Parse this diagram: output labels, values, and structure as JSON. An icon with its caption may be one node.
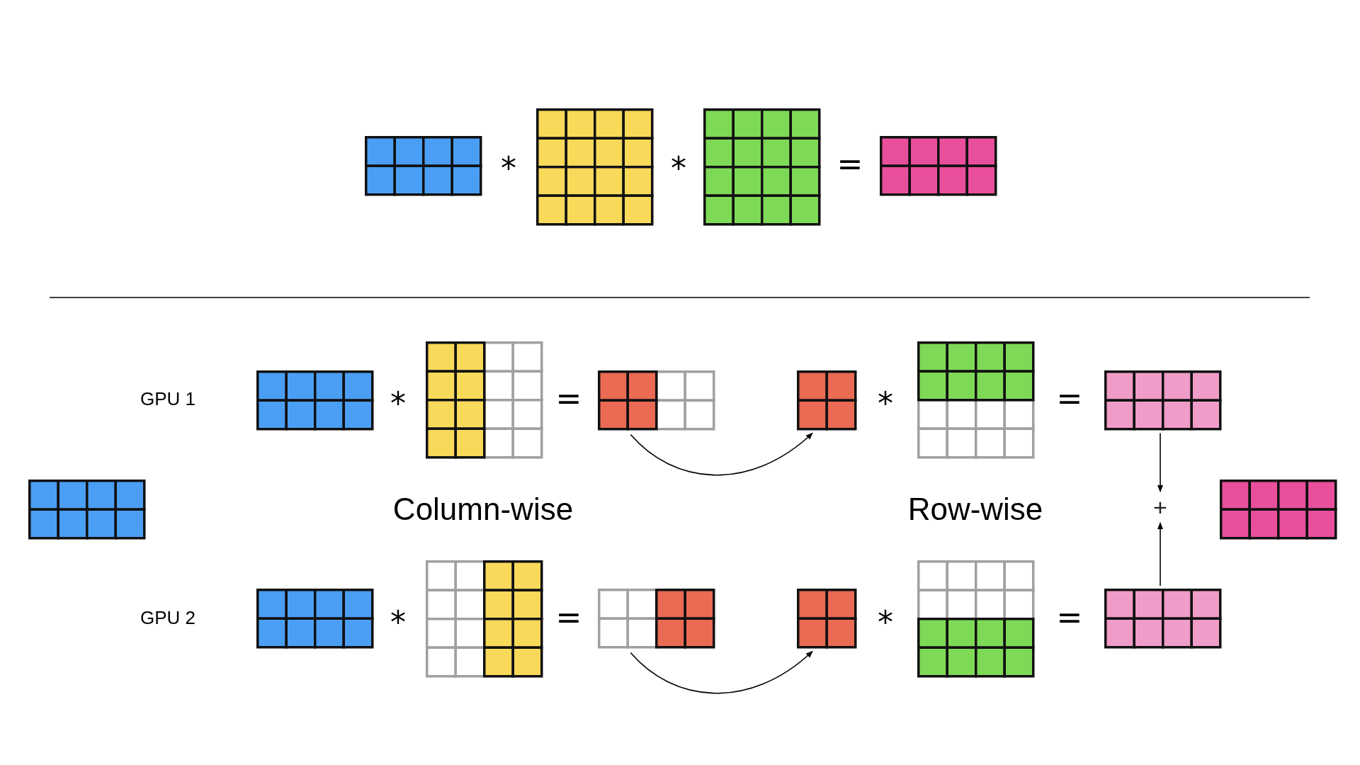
{
  "diagram": {
    "nodes": [
      {
        "text": [],
        "shape": "grid"
      },
      {
        "text": [],
        "shape": "grid"
      },
      {
        "text": [],
        "shape": "grid"
      },
      {
        "text": [],
        "shape": "grid"
      },
      {
        "text": [],
        "shape": "grid"
      },
      {
        "text": [],
        "shape": "grid"
      },
      {
        "text": [],
        "shape": "grid"
      },
      {
        "text": [],
        "shape": "grid"
      },
      {
        "text": [],
        "shape": "grid"
      },
      {
        "text": [],
        "shape": "grid"
      },
      {
        "text": [],
        "shape": "grid"
      },
      {
        "text": [
          "+"
        ]
      },
      {
        "text": [],
        "shape": "grid"
      },
      {
        "text": [],
        "shape": "grid"
      },
      {
        "text": [],
        "shape": "grid"
      },
      {
        "text": [],
        "shape": "grid"
      },
      {
        "text": [],
        "shape": "grid"
      },
      {
        "text": [],
        "shape": "grid"
      },
      {
        "text": [],
        "shape": "grid"
      }
    ],
    "edges": [
      {
        "from": 6,
        "to": 7,
        "arrow": "to"
      },
      {
        "from": 9,
        "to": 11,
        "arrow": "to"
      },
      {
        "from": 18,
        "to": 11,
        "arrow": "to"
      },
      {
        "from": 15,
        "to": 16,
        "arrow": "to"
      }
    ],
    "labels": [
      "*",
      "*",
      "=",
      "GPU 1",
      "*",
      "=",
      "*",
      "=",
      "Column-wise",
      "Row-wise",
      "GPU 2",
      "*",
      "=",
      "*",
      "="
    ]
  }
}
